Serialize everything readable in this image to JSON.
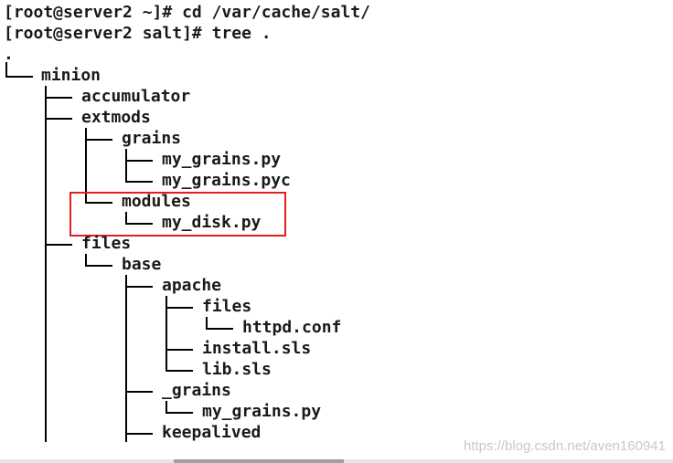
{
  "terminal": {
    "commands": [
      "[root@server2 ~]# cd /var/cache/salt/",
      "[root@server2 salt]# tree ."
    ],
    "root": "."
  },
  "tree": {
    "minion": "minion",
    "accumulator": "accumulator",
    "extmods": "extmods",
    "grains": "grains",
    "my_grains_py": "my_grains.py",
    "my_grains_pyc": "my_grains.pyc",
    "modules": "modules",
    "my_disk_py": "my_disk.py",
    "files": "files",
    "base": "base",
    "apache": "apache",
    "apache_files": "files",
    "httpd_conf": "httpd.conf",
    "install_sls": "install.sls",
    "lib_sls": "lib.sls",
    "_grains": "_grains",
    "base_my_grains_py": "my_grains.py",
    "keepalived": "keepalived"
  },
  "watermark": "https://blog.csdn.net/aven160941",
  "colors": {
    "background": "#ffffff",
    "text": "#1a1a1a",
    "highlight": "#e02020"
  }
}
